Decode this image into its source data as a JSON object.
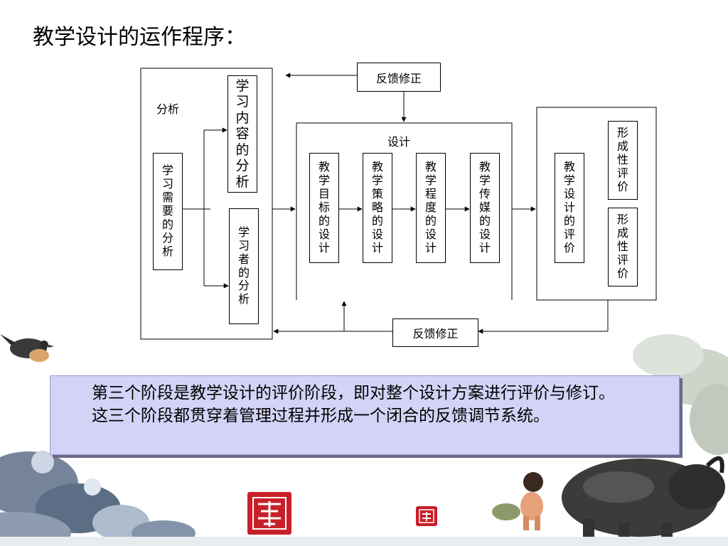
{
  "title": "教学设计的运作程序：",
  "diagram": {
    "analysis": {
      "label": "分析",
      "needs": "学习需要的分析",
      "content": "学习内容的分析",
      "learner": "学习者的分析"
    },
    "design": {
      "label": "设计",
      "steps": [
        "教学目标的设计",
        "教学策略的设计",
        "教学程度的设计",
        "教学传媒的设计"
      ]
    },
    "evaluation": {
      "main": "教学设计的评价",
      "formative_1": "形成性评价",
      "formative_2": "形成性评价"
    },
    "feedback_top": "反馈修正",
    "feedback_bottom": "反馈修正"
  },
  "textbox": {
    "line1": "第三个阶段是教学设计的评价阶段，即对整个设计方案进行评价与修订。",
    "line2": "这三个阶段都贯穿着管理过程并形成一个闭合的反馈调节系统。"
  },
  "colors": {
    "textbox_bg": "#d3d3f7",
    "seal_red": "#c8202a"
  }
}
